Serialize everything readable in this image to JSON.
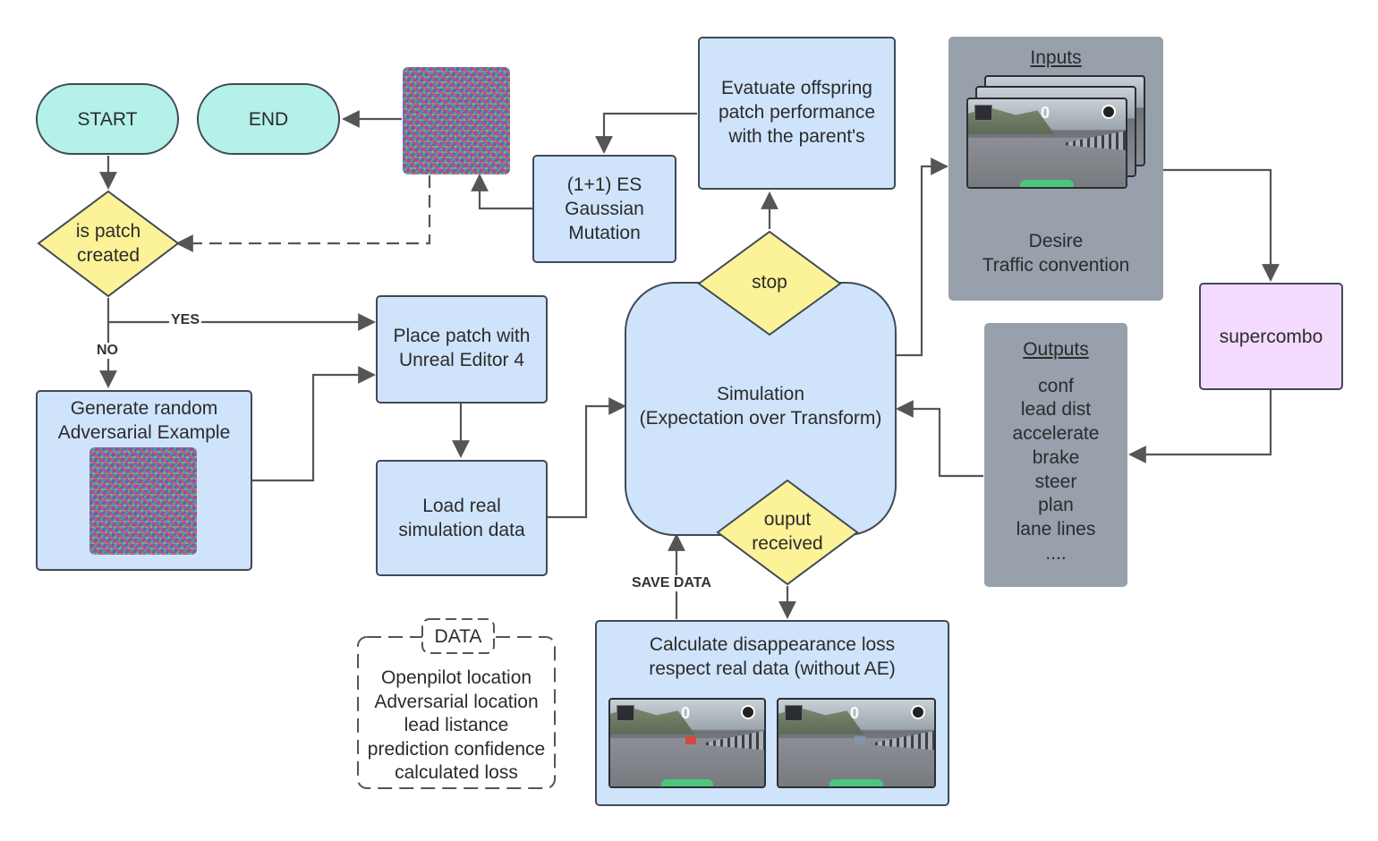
{
  "nodes": {
    "start": "START",
    "end": "END",
    "is_patch_created": [
      "is patch",
      "created"
    ],
    "generate_random_ae": [
      "Generate random",
      "Adversarial Example"
    ],
    "place_patch": [
      "Place patch with",
      "Unreal Editor 4"
    ],
    "load_real_data": [
      "Load real",
      "simulation data"
    ],
    "es_mutation": [
      "(1+1) ES",
      "Gaussian",
      "Mutation"
    ],
    "evaluate_offspring": [
      "Evatuate offspring",
      "patch performance",
      "with the parent's"
    ],
    "simulation": [
      "Simulation",
      "(Expectation over Transform)"
    ],
    "stop": "stop",
    "output_received": [
      "ouput",
      "received"
    ],
    "calculate_loss": [
      "Calculate disappearance loss",
      "respect real data (without AE)"
    ],
    "supercombo": "supercombo"
  },
  "inputs_panel": {
    "title": "Inputs",
    "items": [
      "Desire",
      "Traffic convention"
    ]
  },
  "outputs_panel": {
    "title": "Outputs",
    "items": [
      "conf",
      "lead dist",
      "accelerate",
      "brake",
      "steer",
      "plan",
      "lane lines",
      "...."
    ]
  },
  "data_box": {
    "title": "DATA",
    "items": [
      "Openpilot location",
      "Adversarial location",
      "lead listance",
      "prediction confidence",
      "calculated loss"
    ]
  },
  "edge_labels": {
    "yes": "YES",
    "no": "NO",
    "save_data": "SAVE DATA"
  },
  "screenshot_speed": "0",
  "colors": {
    "process": "#cfe4fb",
    "terminal": "#b4f1e9",
    "decision": "#fcf297",
    "panel": "#97a0ab",
    "model": "#f3dafe",
    "stroke": "#3f4a57",
    "arrow": "#555555"
  }
}
